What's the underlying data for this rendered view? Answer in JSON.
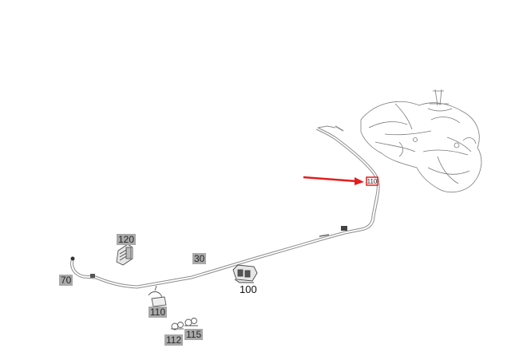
{
  "callouts": {
    "c120": "120",
    "c30": "30",
    "c70": "70",
    "c100": "100",
    "c110": "110",
    "c112": "112",
    "c115": "115"
  },
  "highlight_label": "110",
  "colors": {
    "line": "#9a9a9a",
    "part": "#555555",
    "label_bg": "#a9a9a9",
    "arrow": "#e41e1e"
  }
}
